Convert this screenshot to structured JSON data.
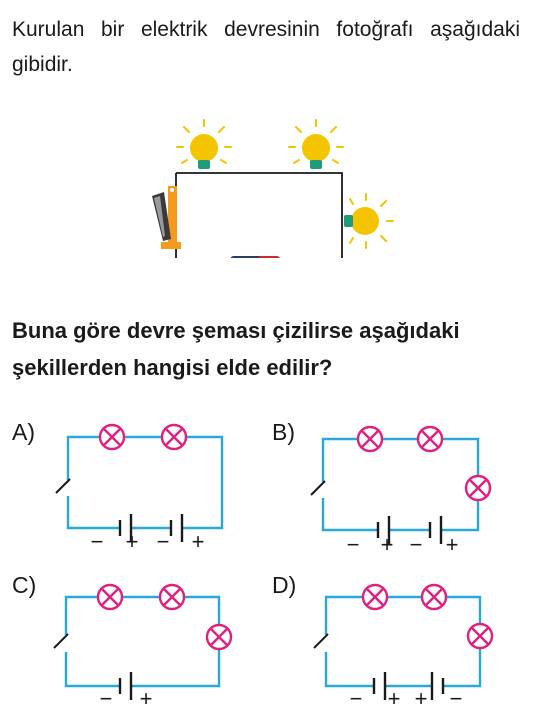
{
  "intro_text": "Kurulan bir elektrik devresinin fotoğrafı aşağıdaki gibidir.",
  "question_text": "Buna göre devre şeması çizilirse aşağıdaki şekillerden hangisi elde edilir?",
  "options": [
    {
      "label": "A)",
      "bulbs": 2,
      "batteries": 2,
      "battery_signs": [
        "−",
        "+",
        "−",
        "+"
      ]
    },
    {
      "label": "B)",
      "bulbs": 3,
      "batteries": 2,
      "battery_signs": [
        "−",
        "+",
        "−",
        "+"
      ]
    },
    {
      "label": "C)",
      "bulbs": 3,
      "batteries": 1,
      "battery_signs": [
        "−",
        "+"
      ]
    },
    {
      "label": "D)",
      "bulbs": 3,
      "batteries": 2,
      "battery_signs": [
        "−",
        "+",
        "+",
        "−"
      ]
    }
  ],
  "colors": {
    "wire": "#29a9d9",
    "bulb": "#e0207f",
    "battery_plate": "#1a1a1a",
    "photo_wire": "#1a1a1a",
    "lamp_yellow": "#f5c400",
    "lamp_base": "#1e9c7a",
    "switch_orange": "#f49a1f",
    "battery_body": "#c62d2d",
    "battery_dark": "#2b3d63"
  },
  "icons": [
    "lamp-icon",
    "switch-icon",
    "battery-icon",
    "bulb-symbol",
    "battery-symbol",
    "switch-symbol"
  ]
}
